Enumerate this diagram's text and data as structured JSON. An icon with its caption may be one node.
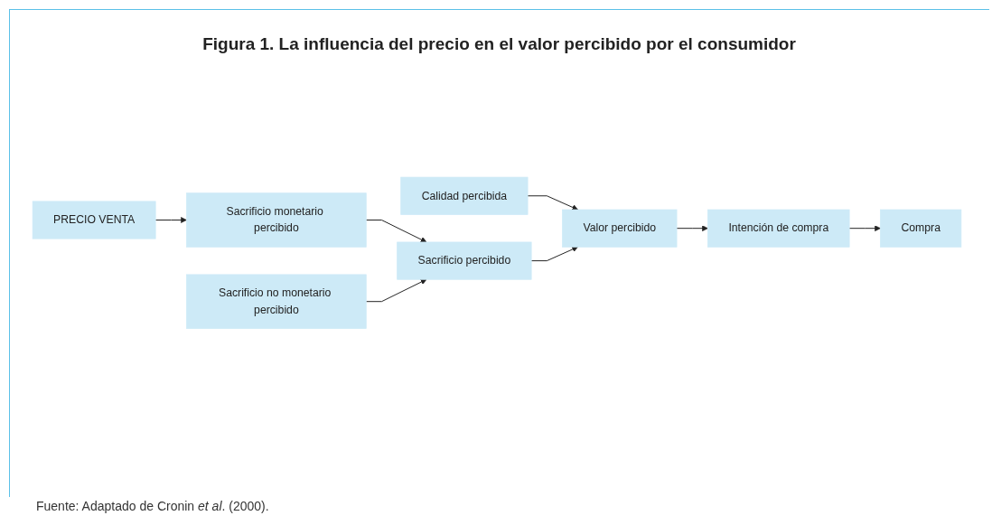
{
  "diagram": {
    "title": "Figura 1. La influencia del precio en el valor percibido por el consumidor",
    "caption": "Fuente: Adaptado de Cronin *et al*. (2000).",
    "nodes": [
      {
        "text": [
          "PRECIO VENTA"
        ]
      },
      {
        "text": [
          "Sacrificio monetario percibido"
        ]
      },
      {
        "text": [
          "Sacrificio no monetario percibido"
        ]
      },
      {
        "text": [
          "Calidad percibida"
        ]
      },
      {
        "text": [
          "Sacrificio percibido"
        ]
      },
      {
        "text": [
          "Valor percibido"
        ]
      },
      {
        "text": [
          "Intención de compra"
        ]
      },
      {
        "text": [
          "Compra"
        ]
      }
    ],
    "edges": [
      {
        "from": 0,
        "to": 1,
        "arrow": "to"
      },
      {
        "from": 1,
        "to": 4,
        "arrow": "to"
      },
      {
        "from": 2,
        "to": 4,
        "arrow": "to"
      },
      {
        "from": 3,
        "to": 5,
        "arrow": "to"
      },
      {
        "from": 4,
        "to": 5,
        "arrow": "to"
      },
      {
        "from": 5,
        "to": 6,
        "arrow": "to"
      },
      {
        "from": 6,
        "to": 7,
        "arrow": "to"
      }
    ]
  }
}
